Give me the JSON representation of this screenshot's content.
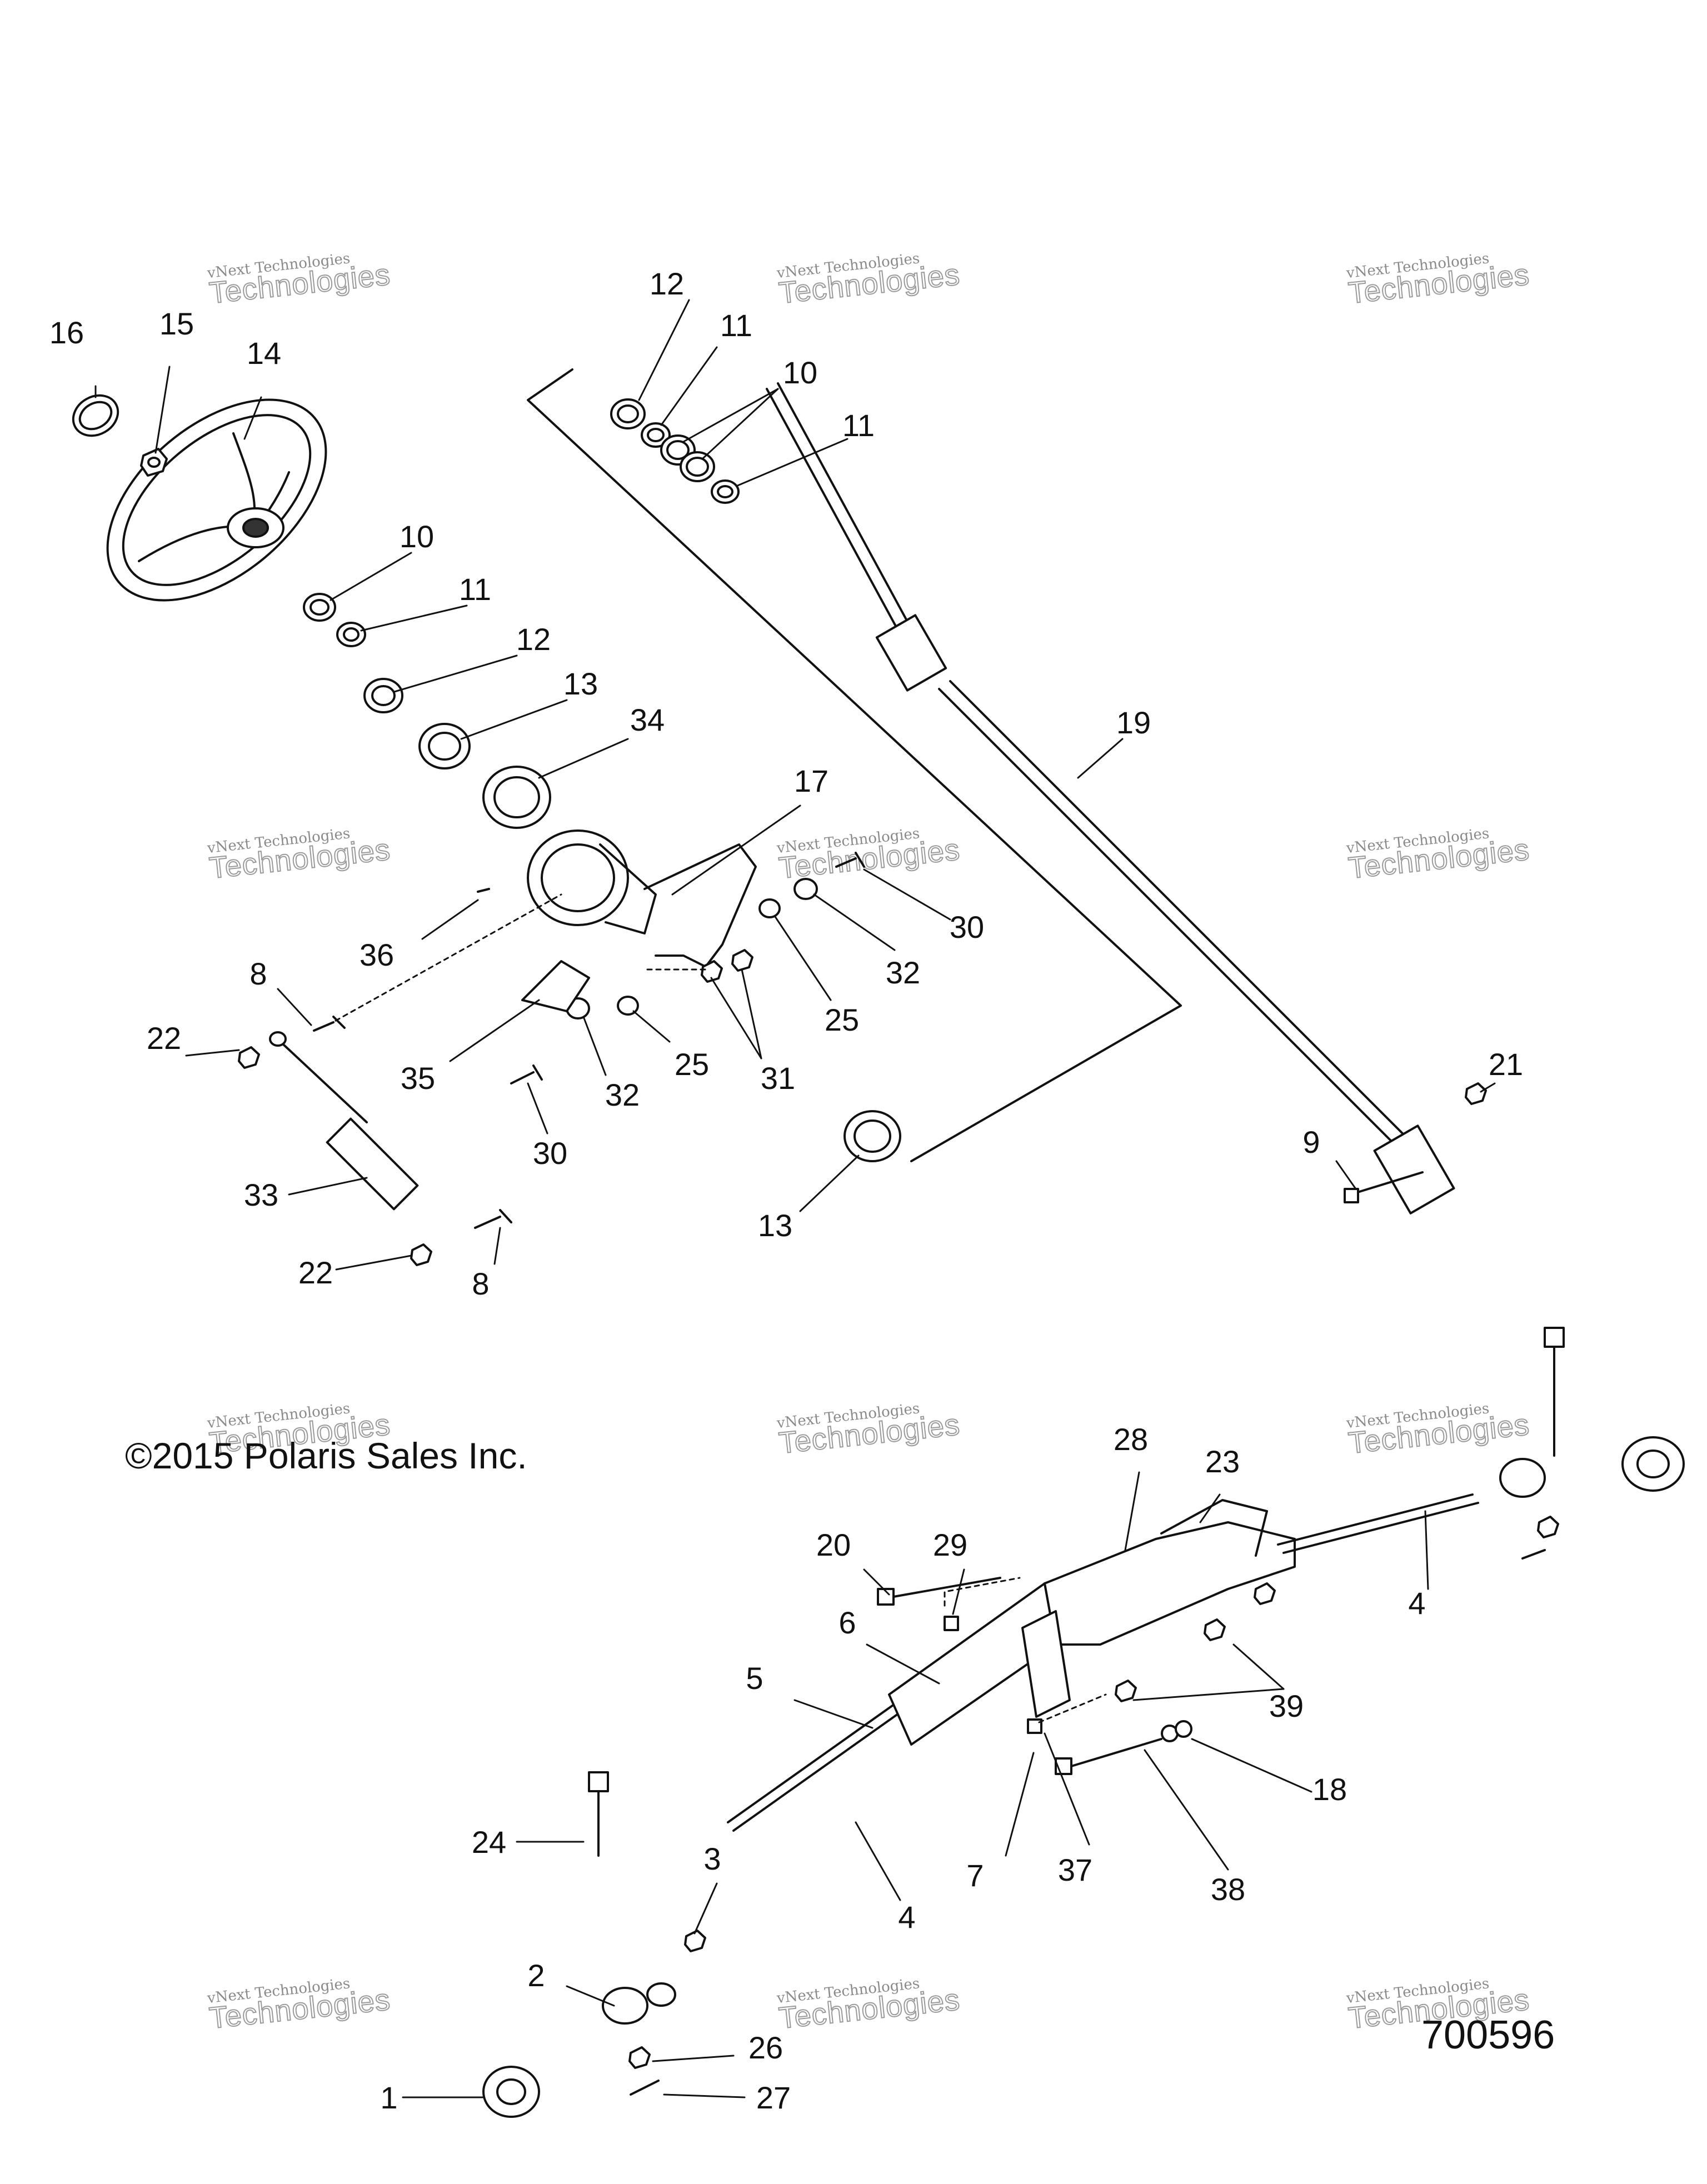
{
  "copyright": "©2015 Polaris Sales Inc.",
  "drawing_number": "700596",
  "watermark": {
    "line1": "vNext Technologies",
    "line2": "Technologies"
  },
  "callouts": [
    "16",
    "15",
    "14",
    "12",
    "11",
    "10",
    "11",
    "10",
    "11",
    "12",
    "13",
    "34",
    "17",
    "19",
    "36",
    "30",
    "32",
    "25",
    "8",
    "22",
    "35",
    "32",
    "25",
    "31",
    "30",
    "13",
    "33",
    "22",
    "8",
    "21",
    "9",
    "28",
    "23",
    "20",
    "29",
    "4",
    "6",
    "39",
    "5",
    "18",
    "24",
    "3",
    "7",
    "37",
    "38",
    "4",
    "2",
    "26",
    "27",
    "1"
  ]
}
